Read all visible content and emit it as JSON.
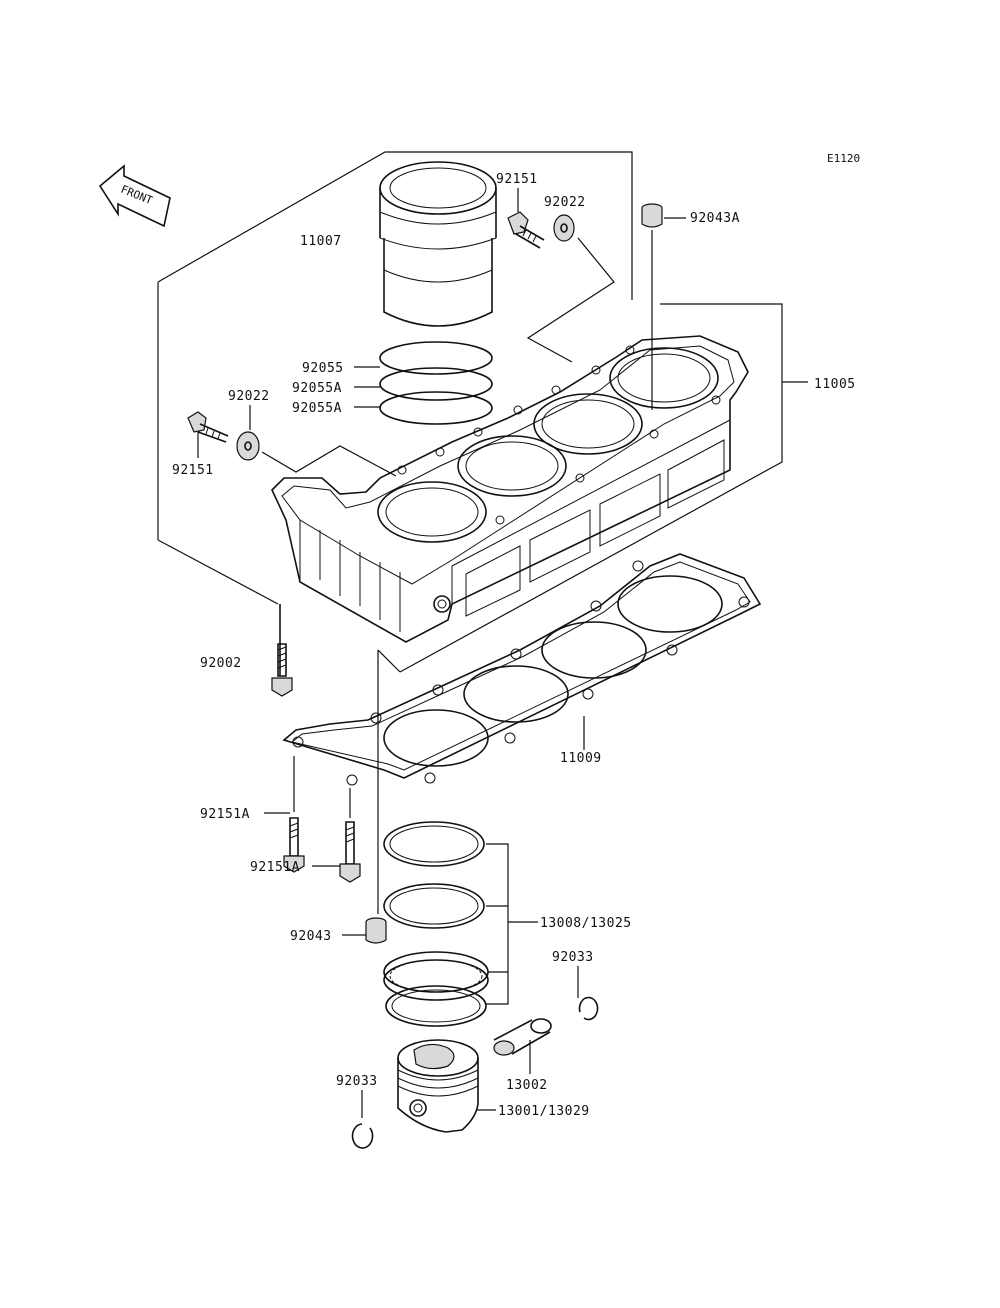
{
  "diagram_code": "E1120",
  "front_label": "FRONT",
  "labels": {
    "p11007": "11007",
    "p92151_top": "92151",
    "p92022_top": "92022",
    "p92043A": "92043A",
    "p92055": "92055",
    "p92055A_1": "92055A",
    "p92055A_2": "92055A",
    "p92022_left": "92022",
    "p92151_left": "92151",
    "p11005": "11005",
    "p92002": "92002",
    "p11009": "11009",
    "p92151A_1": "92151A",
    "p92151A_2": "92151A",
    "p13008": "13008/13025",
    "p92043": "92043",
    "p92033_right": "92033",
    "p13002": "13002",
    "p92033_left": "92033",
    "p13001": "13001/13029"
  }
}
